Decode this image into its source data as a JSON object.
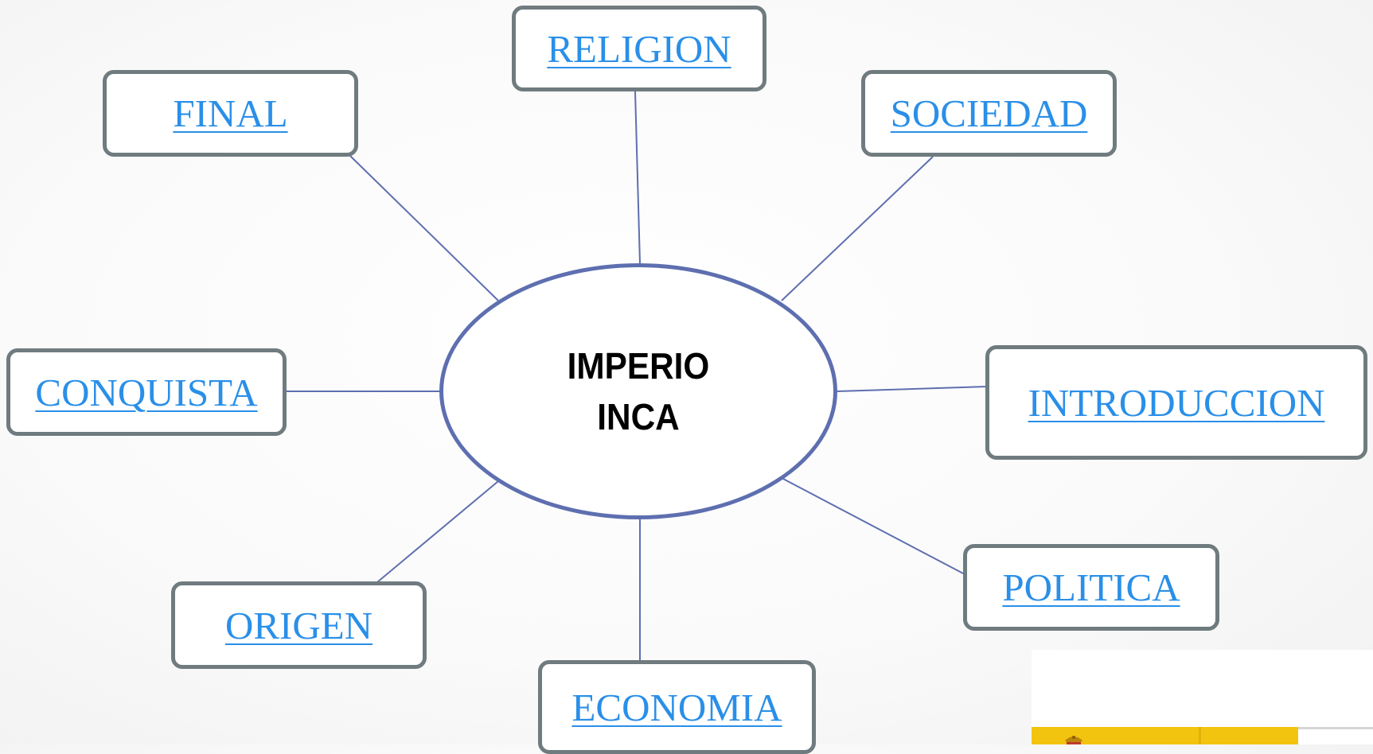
{
  "center": {
    "label": "IMPERIO INCA"
  },
  "nodes": {
    "religion": "RELIGION",
    "final": "FINAL",
    "sociedad": "SOCIEDAD",
    "conquista": "CONQUISTA",
    "introduccion": "INTRODUCCION",
    "origen": "ORIGEN",
    "politica": "POLITICA",
    "economia": "ECONOMIA"
  },
  "colors": {
    "link_text": "#2a8fe8",
    "box_border": "#6f7b7f",
    "ellipse_border": "#5e6fb0",
    "connector_line": "#5e6fb0",
    "logo_yellow": "#f3c40f"
  }
}
